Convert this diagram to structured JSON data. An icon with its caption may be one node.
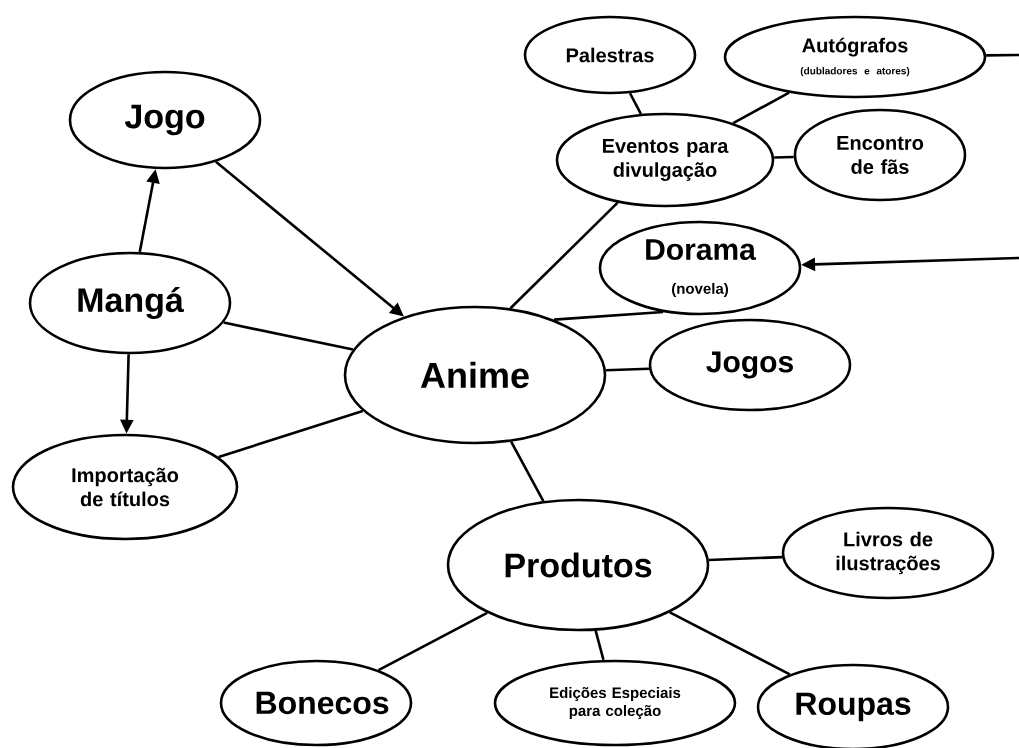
{
  "diagram": {
    "nodes": [
      {
        "text": [
          "Jogo"
        ]
      },
      {
        "text": [
          "Mangá"
        ]
      },
      {
        "text": [
          "Importação de títulos"
        ]
      },
      {
        "text": [
          "Anime"
        ]
      },
      {
        "text": [
          "Palestras"
        ]
      },
      {
        "text": [
          "Autógrafos",
          "(dubladores e atores)"
        ]
      },
      {
        "text": [
          "Eventos para divulgação"
        ]
      },
      {
        "text": [
          "Encontro de fãs"
        ]
      },
      {
        "text": [
          "Dorama",
          "(novela)"
        ]
      },
      {
        "text": [
          "Jogos"
        ]
      },
      {
        "text": [
          "Produtos"
        ]
      },
      {
        "text": [
          "Livros de ilustrações"
        ]
      },
      {
        "text": [
          "Bonecos"
        ]
      },
      {
        "text": [
          "Edições Especiais para coleção"
        ]
      },
      {
        "text": [
          "Roupas"
        ]
      }
    ],
    "edges": [
      {
        "from": 1,
        "to": 0,
        "arrow": "to"
      },
      {
        "from": 1,
        "to": 2,
        "arrow": "to"
      },
      {
        "from": 0,
        "to": 3,
        "arrow": "to"
      },
      {
        "from": 1,
        "to": 3,
        "arrow": "none"
      },
      {
        "from": 2,
        "to": 3,
        "arrow": "none"
      },
      {
        "from": 3,
        "to": 6,
        "arrow": "none"
      },
      {
        "from": 6,
        "to": 4,
        "arrow": "none"
      },
      {
        "from": 6,
        "to": 5,
        "arrow": "none"
      },
      {
        "from": 6,
        "to": 7,
        "arrow": "none"
      },
      {
        "from": 5,
        "to": null,
        "arrow": "none"
      },
      {
        "from": null,
        "to": 8,
        "arrow": "to"
      },
      {
        "from": 3,
        "to": 8,
        "arrow": "none"
      },
      {
        "from": 3,
        "to": 9,
        "arrow": "none"
      },
      {
        "from": 3,
        "to": 10,
        "arrow": "none"
      },
      {
        "from": 10,
        "to": 11,
        "arrow": "none"
      },
      {
        "from": 10,
        "to": 12,
        "arrow": "none"
      },
      {
        "from": 10,
        "to": 13,
        "arrow": "none"
      },
      {
        "from": 10,
        "to": 14,
        "arrow": "none"
      }
    ]
  }
}
